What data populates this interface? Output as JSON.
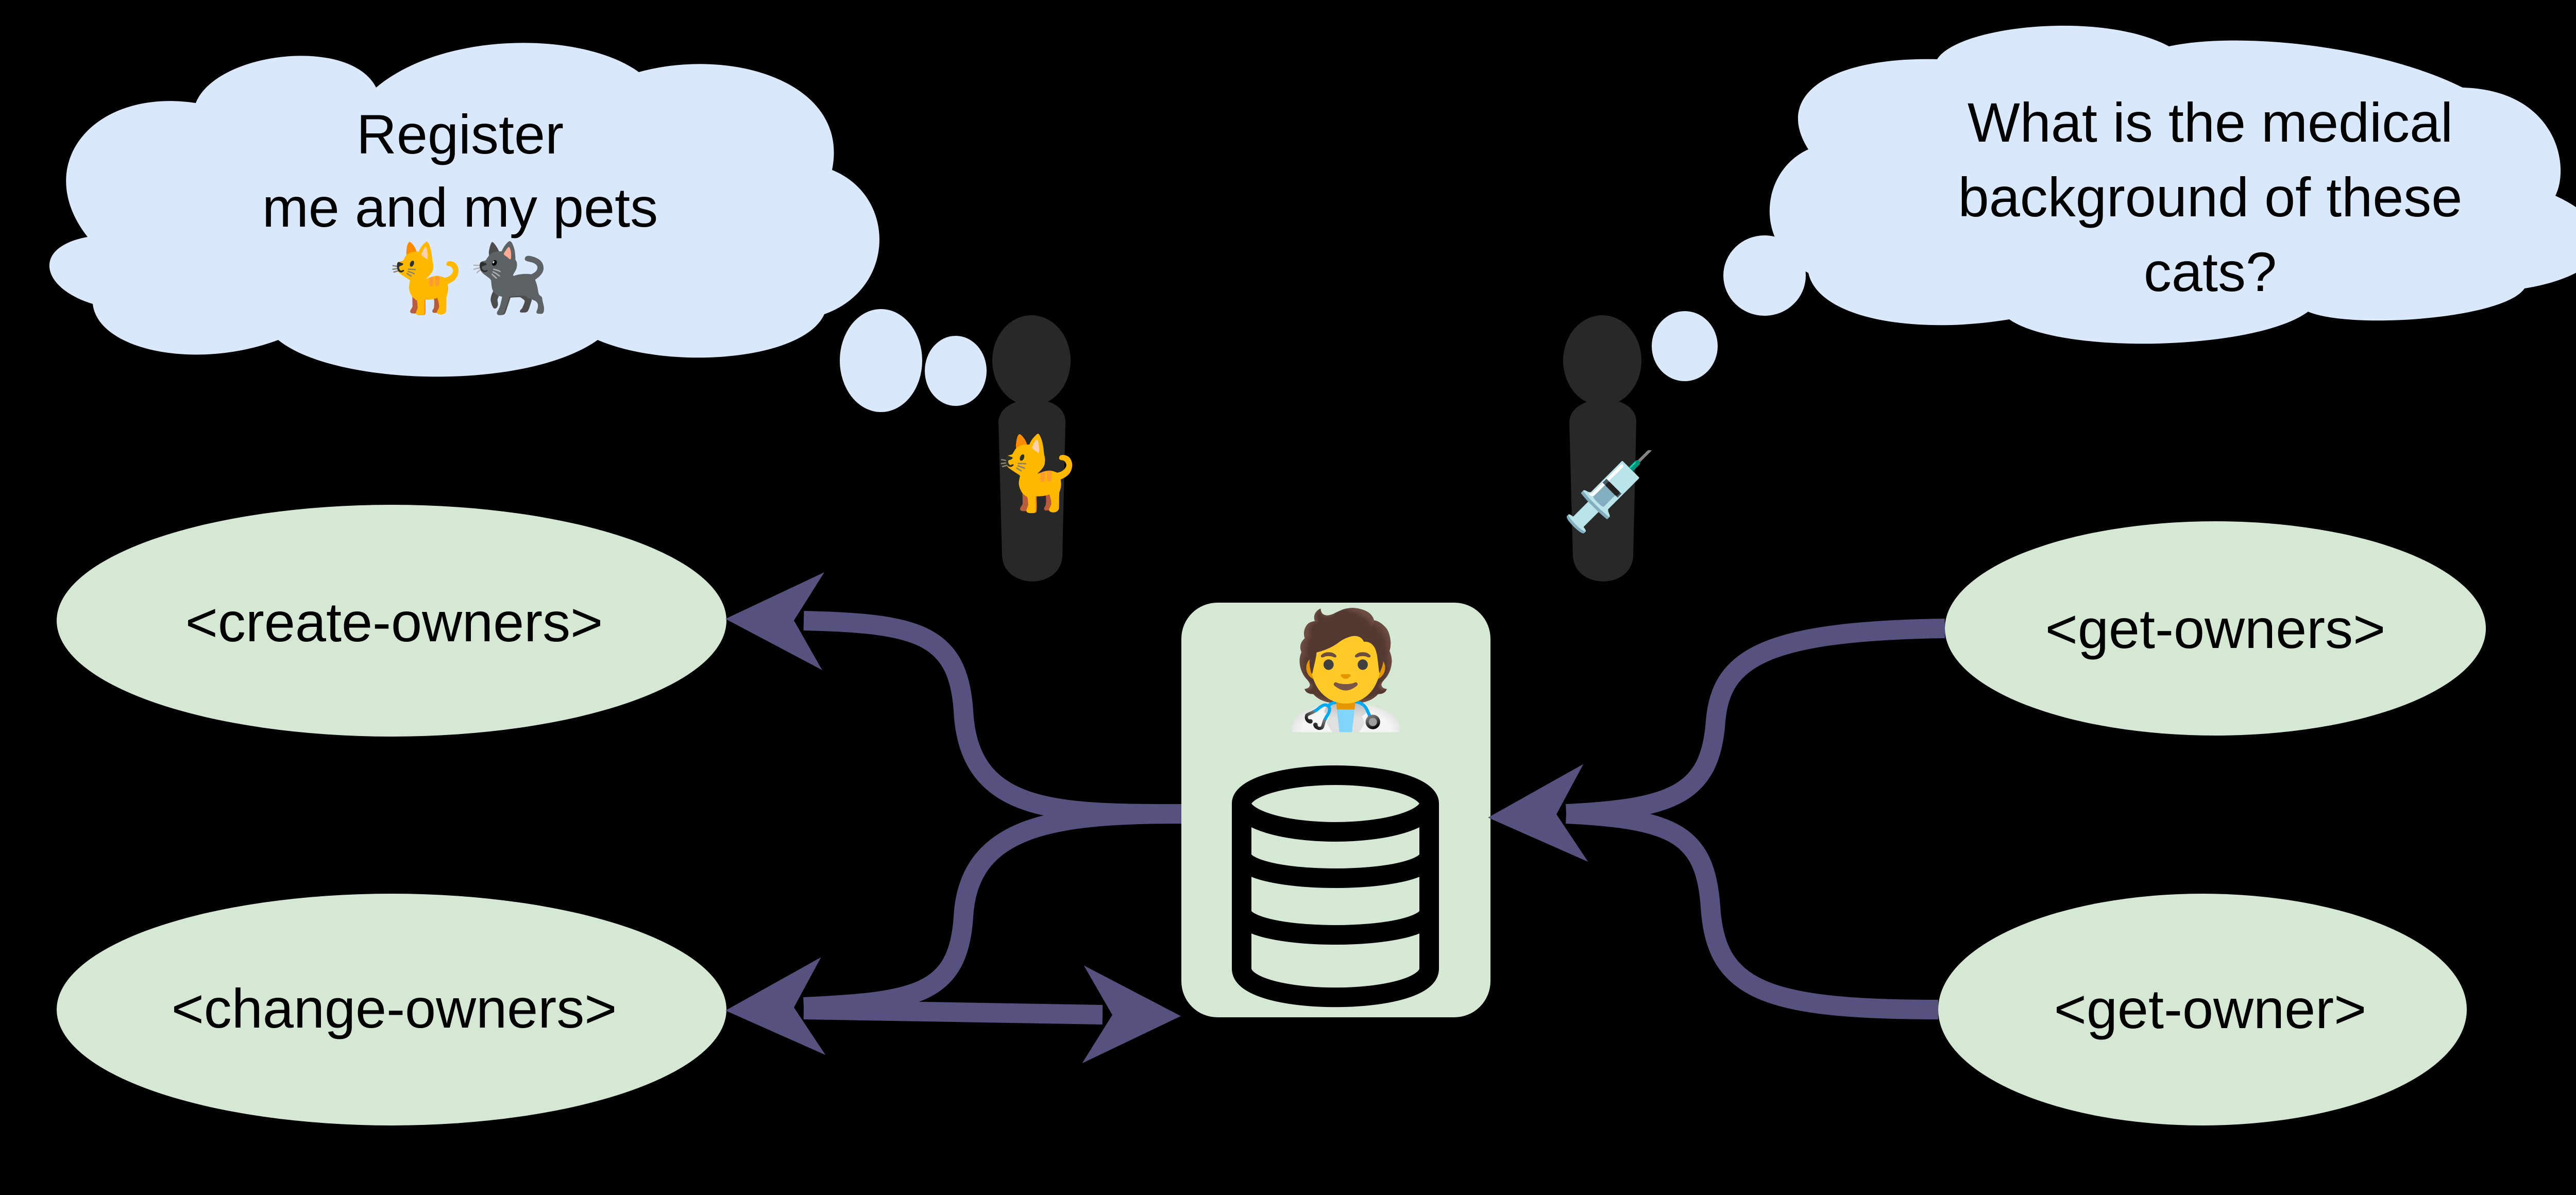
{
  "colors": {
    "background": "#000000",
    "cloud": "#dae8fc",
    "node": "#d5e8d4",
    "arrow": "#56517e",
    "person": "#282828",
    "text": "#000000"
  },
  "thought_owner": {
    "lines": [
      "Register",
      "me and my pets"
    ],
    "emoji": [
      "🐈",
      "🐈‍⬛"
    ]
  },
  "thought_vet": {
    "lines": [
      "What is the medical",
      "background of these",
      "cats?"
    ]
  },
  "actors": {
    "owner": {
      "badge_emoji": "🐈"
    },
    "vet": {
      "badge_emoji": "💉"
    }
  },
  "service": {
    "icon_emoji": "🧑‍⚕️",
    "icon": "database-icon"
  },
  "endpoints": {
    "create_owners": "<create-owners>",
    "change_owners": "<change-owners>",
    "get_owners": "<get-owners>",
    "get_owner": "<get-owner>"
  }
}
